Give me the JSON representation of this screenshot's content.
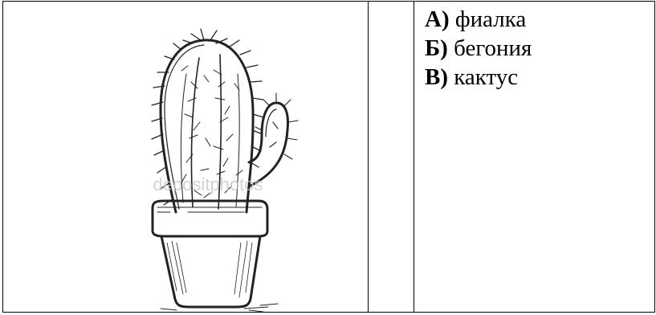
{
  "image": {
    "icon": "cactus-sketch-icon",
    "watermark": "depositphotos"
  },
  "options": [
    {
      "letter": "А)",
      "text": "фиалка"
    },
    {
      "letter": "Б)",
      "text": "бегония"
    },
    {
      "letter": "В)",
      "text": "кактус"
    }
  ]
}
